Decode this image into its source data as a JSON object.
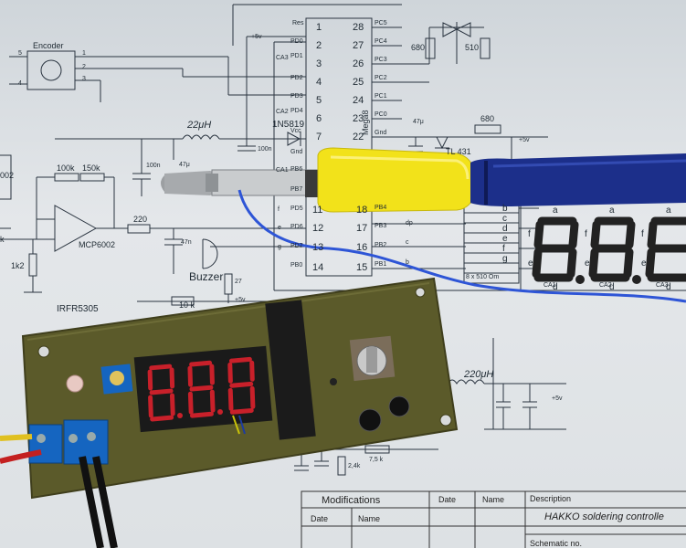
{
  "schematic": {
    "encoder_label": "Encoder",
    "pin_nums": [
      "5",
      "1",
      "2",
      "4",
      "3",
      "1",
      "2",
      "3",
      "4",
      "5",
      "6",
      "7",
      "11",
      "12",
      "13",
      "14",
      "28",
      "27",
      "26",
      "25",
      "24",
      "23",
      "22",
      "18",
      "17",
      "16",
      "15"
    ],
    "chip_pins_left": [
      "Res",
      "PD0",
      "PD1",
      "PD2",
      "PD3",
      "PD4",
      "Vcc",
      "Gnd",
      "PB6",
      "PB7",
      "PD5",
      "PD6",
      "PD7",
      "PB0"
    ],
    "chip_pins_right": [
      "PC5",
      "PC4",
      "PC3",
      "PC2",
      "PC1",
      "PC0",
      "Gnd",
      "PB4",
      "PB3",
      "PB2",
      "PB1"
    ],
    "chip_name": "Mega8",
    "diode": "1N5819",
    "inductor_top": "22μH",
    "inductor_bottom": "220μH",
    "cap_100n": "100n",
    "cap_47u": "47μ",
    "cap_47n": "47n",
    "res_100k": "100k",
    "res_150k": "150k",
    "res_1k2": "1k2",
    "res_220": "220",
    "res_680_top": "680",
    "res_510": "510",
    "res_680_right": "680",
    "res_10k": "10 k",
    "res_27": "27",
    "res_2_4k": "2,4k",
    "res_7_5k": "7,5 k",
    "opamp": "MCP6002",
    "buzzer": "Buzzer",
    "mosfet": "IRFR5305",
    "regulator": "TL 431",
    "supply": "+5v",
    "net_ca3": "CA3",
    "net_ca2": "CA2",
    "net_ca1": "CA1",
    "seg_labels": [
      "a",
      "b",
      "c",
      "d",
      "e",
      "f",
      "g",
      "dp"
    ],
    "res_array": "8 x 510 Om",
    "display_digits": "8.8.8",
    "left_partial": "002",
    "left_k": "k"
  },
  "title_block": {
    "modifications": "Modifications",
    "date": "Date",
    "name": "Name",
    "date2": "Date",
    "name2": "Name",
    "description": "Description",
    "title": "HAKKO soldering controlle",
    "schematic_no": "Schematic no."
  },
  "board": {
    "display_digits": "8.8.8"
  },
  "colors": {
    "paper": "#e2e6e9",
    "pcb": "#5b5a2a",
    "handle_yellow": "#f2e21a",
    "handle_blue": "#1c2f8a",
    "wire_blue": "#2e55d6",
    "led_red": "#c8202a",
    "terminal_blue": "#1565c0"
  }
}
